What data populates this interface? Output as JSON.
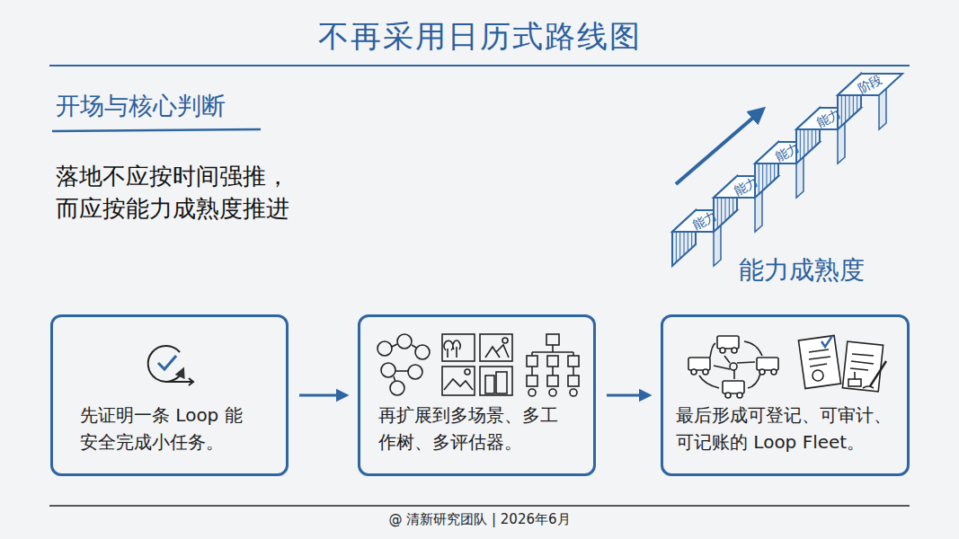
{
  "diagram": {
    "title": "不再采用日历式路线图",
    "caption": "@ 清新研究团队 | 2026年6月",
    "nodes": [
      {
        "text": [
          "先证明一条 Loop 能 安全完成小任务。"
        ]
      },
      {
        "text": [
          "再扩展到多场景、多工 作树、多评估器。"
        ]
      },
      {
        "text": [
          "最后形成可登记、可审计、 可记账的 Loop Fleet。"
        ]
      }
    ],
    "edges": [
      {
        "from": 0,
        "to": 1,
        "arrow": "to"
      },
      {
        "from": 1,
        "to": 2,
        "arrow": "to"
      }
    ],
    "labels": [
      "开场与核心判断",
      "落地不应按时间强推， 而应按能力成熟度推进",
      "能力",
      "能力",
      "能力",
      "能力",
      "阶段",
      "能力成熟度"
    ]
  }
}
